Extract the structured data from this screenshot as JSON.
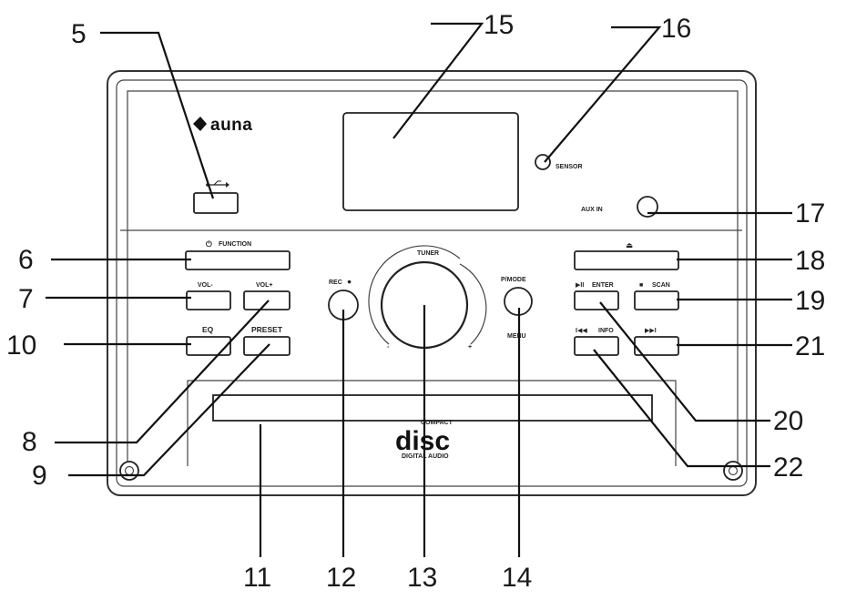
{
  "device": {
    "brand": "auna",
    "labels": {
      "function": "FUNCTION",
      "sensor": "SENSOR",
      "aux_in": "AUX IN",
      "vol_minus": "VOL-",
      "vol_plus": "VOL+",
      "eq": "EQ",
      "preset": "PRESET",
      "rec": "REC",
      "tuner": "TUNER",
      "tuner_minus": "-",
      "tuner_plus": "+",
      "p_mode": "P/MODE",
      "menu": "MENU",
      "enter": "ENTER",
      "scan": "SCAN",
      "info": "INFO",
      "disc_logo": "disc",
      "compact": "COMPACT",
      "digital_audio": "DIGITAL AUDIO"
    },
    "glyphs": {
      "power": "⏻",
      "rec_dot": "●",
      "eject": "⏏",
      "play_pause": "▶II",
      "stop": "■",
      "prev": "I◀◀",
      "next": "▶▶I"
    }
  },
  "callouts": {
    "n5": "5",
    "n6": "6",
    "n7": "7",
    "n8": "8",
    "n9": "9",
    "n10": "10",
    "n11": "11",
    "n12": "12",
    "n13": "13",
    "n14": "14",
    "n15": "15",
    "n16": "16",
    "n17": "17",
    "n18": "18",
    "n19": "19",
    "n20": "20",
    "n21": "21",
    "n22": "22"
  }
}
